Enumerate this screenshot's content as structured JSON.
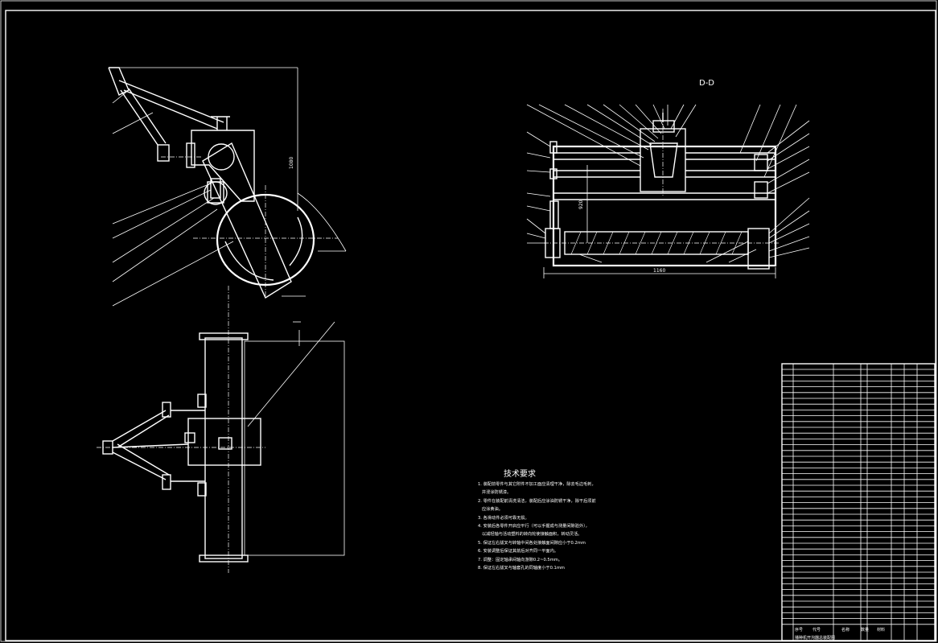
{
  "drawing": {
    "section_label": "D-D",
    "dimension_overall_width": "1160",
    "dimension_height_right": "920",
    "dimension_vertical_left": "1080"
  },
  "tech_requirements": {
    "title": "技术要求",
    "items": [
      "1. 装配前零件与其它附件不加工面应清理干净，除去毛边毛刺，",
      "   并浸涂防锈漆。",
      "2. 零件在装配前清洗清洁，装配后应涂油防锈干净，除干后须前",
      "   应涂黄油。",
      "3. 各滑动件必须可靠无损。",
      "4. 安装后各零件开启应平行（可以手握成与测量间隙验外），",
      "   以减轻轴与活动塑料的转向轮使接触面积，转动灵活。",
      "5. 保证左右拔叉与转轴中间各处接触面间隙应小于0.2mm",
      "6. 安装调整后保证其前后对齐同一平面内。",
      "7. 调整：固定轴承间轴向游隙0.2~0.5mm。",
      "8. 保证左右拔叉与轴套孔的同轴度小于0.1mm"
    ]
  },
  "title_block": {
    "footer_left": "序号",
    "footer_code": "代号",
    "footer_name": "名称",
    "footer_qty": "数量",
    "footer_mat": "材料",
    "drawing_name": "播种机开沟器总装配图"
  }
}
